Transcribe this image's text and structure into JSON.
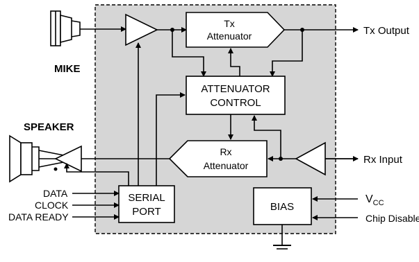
{
  "diagram": {
    "external_labels": {
      "mike": "MIKE",
      "speaker": "SPEAKER",
      "tx_output": "Tx Output",
      "rx_input": "Rx Input",
      "data": "DATA",
      "clock": "CLOCK",
      "data_ready": "DATA READY",
      "vcc_main": "V",
      "vcc_sub": "CC",
      "chip_disable": "Chip Disable"
    },
    "blocks": {
      "tx_attenuator_line1": "Tx",
      "tx_attenuator_line2": "Attenuator",
      "attenuator_control_line1": "ATTENUATOR",
      "attenuator_control_line2": "CONTROL",
      "rx_attenuator_line1": "Rx",
      "rx_attenuator_line2": "Attenuator",
      "serial_port_line1": "SERIAL",
      "serial_port_line2": "PORT",
      "bias": "BIAS"
    },
    "colors": {
      "chip_shading": "#d6d6d6",
      "line": "#000000",
      "block_fill": "#ffffff"
    }
  }
}
